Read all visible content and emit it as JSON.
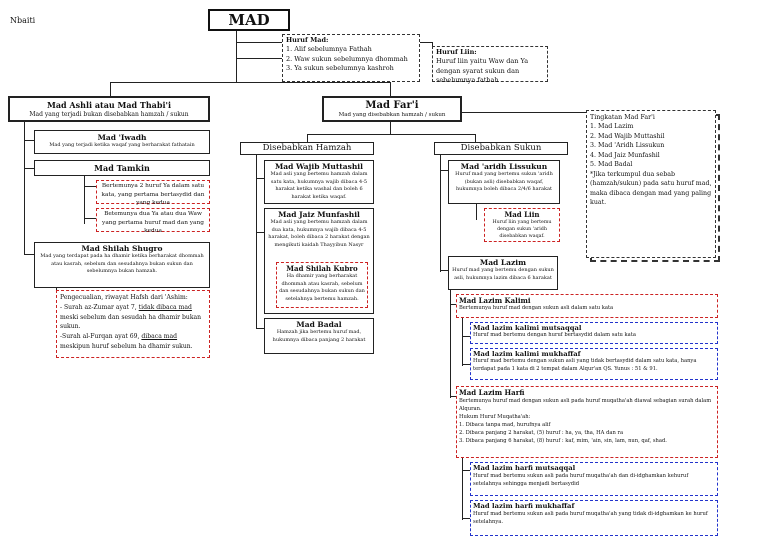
{
  "author": "Nbaiti",
  "root": "MAD",
  "huruf_mad": {
    "title": "Huruf Mad:",
    "items": [
      "1. Alif sebelumnya Fathah",
      "2. Waw sukun sebelumnya dhommah",
      "3. Ya sukun sebelumnya kashroh"
    ]
  },
  "huruf_liin": {
    "title": "Huruf Liin:",
    "desc": "Huruf liin yaitu Waw dan Ya dengan syarat sukun dan sebelumnya fathah"
  },
  "mad_ashli": {
    "title": "Mad Ashli atau Mad Thabi'i",
    "desc": "Mad yang terjadi bukan disebabkan hamzah / sukun"
  },
  "mad_iwadh": {
    "title": "Mad 'Iwadh",
    "desc": "Mad yang terjadi ketika waqaf yang berharakat fathatain"
  },
  "mad_tamkin": {
    "title": "Mad Tamkin"
  },
  "tamkin_1": "Bertemunya 2 huruf  Ya dalam satu kata, yang pertama bertasydid dan yang kedua",
  "tamkin_2": "Betemunya dua Ya atau dua Waw yang pertama huruf mad dan yang kedua",
  "mad_shilah_shugro": {
    "title": "Mad Shilah Shugro",
    "desc": "Mad yang terdapat pada ha dhamir ketika berharakat dhommah atau kasrah, sebelum dan sesudahnya bukan sukun dan sebelumnya bukan hamzah."
  },
  "pengecualian": {
    "l1": "Pengecualian, riwayat Hafsh dari 'Ashim:",
    "l2a": "- Surah az-Zumar ayat 7, ",
    "l2u": "tidak dibaca mad",
    "l3": "meski sebelum dan sesudah ha dhamir bukan sukun.",
    "l4a": "-Surah al-Furqan ayat 69, ",
    "l4u": "dibaca mad",
    "l5": "meskipun huruf sebelum ha dhamir sukun."
  },
  "mad_fari": {
    "title": "Mad Far'i",
    "desc": "Mad yang disebabkan hamzah / sukun"
  },
  "disebabkan_hamzah": "Disebabkan Hamzah",
  "disebabkan_sukun": "Disebabkan Sukun",
  "mad_wajib": {
    "title": "Mad Wajib Muttashil",
    "desc": "Mad asli yang bertemu hamzah dalam satu kata, hukumnya wajib dibaca 4-5 harakat ketika washal dan boleh 6 harakat ketika waqaf."
  },
  "mad_jaiz": {
    "title": "Mad Jaiz Munfashil",
    "desc": "Mad asli yang bertemu hamzah dalam dua kata, hukumnya wajib dibaca 4-5 harakat, boleh dibaca 2 harakat dengan mengikuti kaidah Thayyibun Nasyr"
  },
  "mad_shilah_kubro": {
    "title": "Mad Shilah Kubro",
    "desc": "Ha dhamir yang berharakat dhommah atau kasrah, sebelum dan sesudahnya bukan sukun dan setelahnya bertemu hamzah."
  },
  "mad_badal": {
    "title": "Mad Badal",
    "desc": "Hamzah jika bertemu huruf mad, hukumnya dibaca panjang 2 harakat"
  },
  "mad_aridh": {
    "title": "Mad 'aridh Lissukun",
    "desc": "Huruf mad yang bertemu sukun 'aridh (bukan asli) disebabkan waqaf, hukumnya boleh dibaca 2/4/6 harakat"
  },
  "mad_liin": {
    "title": "Mad Liin",
    "desc": "Huruf liin yang bertemu dengan sukun 'aridh disebabkan waqaf."
  },
  "mad_lazim": {
    "title": "Mad Lazim",
    "desc": "Huruf mad yang bertemu dengan sukun asli, hukumnya lazim dibaca 6 harakat"
  },
  "lazim_kalimi": {
    "title": "Mad Lazim Kalimi",
    "desc": "Bertemunya huruf mad dengan sukun asli dalam satu kata"
  },
  "kalimi_mutsaqqal": {
    "title": "Mad lazim kalimi mutsaqqal",
    "desc": "Huruf mad bertemu dengan huruf bertasydid dalam satu kata"
  },
  "kalimi_mukhaffaf": {
    "title": "Mad lazim kalimi mukhaffaf",
    "desc": "Huruf mad bertemu dengan sukun asli yang tidak bertasydid dalam satu kata, hanya terdapat pada 1 kata di 2 tempat dalam Alqur'an QS. Yunus : 51 & 91."
  },
  "lazim_harfi": {
    "title": "Mad Lazim Harfi",
    "desc": "Bertemunya huruf mad dengan sukun asli pada huruf muqatha'ah diawal sebagian surah dalam Alquran.",
    "hukum": "Hukum Huruf Muqatha'ah:",
    "h1": "1. Dibaca tanpa mad, hurufnya alif",
    "h2": "2. Dibaca panjang 2 harakat, (5) huruf : ha, ya, tha, HA dan ra",
    "h3": "3. Dibaca panjang 6 harakat, (8) huruf : kaf, mim, 'ain, sin, lam, nun, qaf, shad."
  },
  "harfi_mutsaqqal": {
    "title": "Mad lazim harfi mutsaqqal",
    "desc": "Huruf mad bertemu sukun asli pada huruf muqatha'ah dan di-idghamkan kehuruf setelahnya sehingga menjadi bertasydid"
  },
  "harfi_mukhaffaf": {
    "title": "Mad lazim harfi mukhaffaf",
    "desc": "Huruf mad bertemu sukun asli pada huruf muqatha'ah yang tidak di-idghamkan ke huruf setelahnya."
  },
  "tingkatan": {
    "title": "Tingkatan Mad Far'i",
    "items": [
      "1. Mad Lazim",
      "2. Mad Wajib Muttashil",
      "3. Mad 'Aridh Lissukun",
      "4. Mad Jaiz Munfashil",
      "5. Mad Badal"
    ],
    "note": "*Jika terkumpul dua sebab (hamzah/sukun) pada satu huruf mad, maka dibaca dengan mad yang paling kuat."
  }
}
